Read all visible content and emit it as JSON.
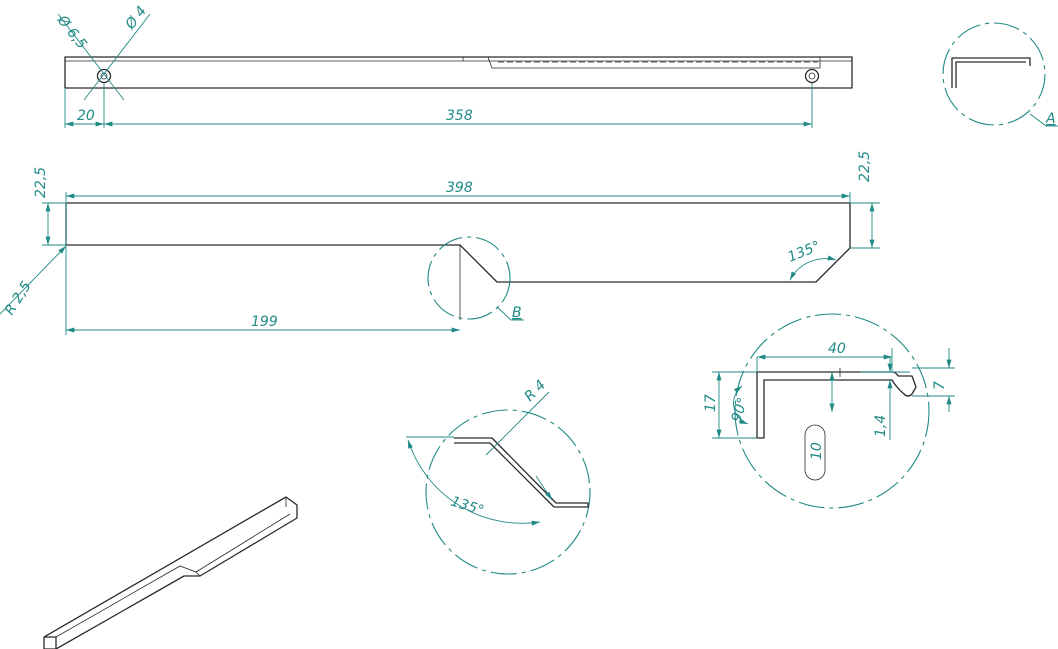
{
  "colors": {
    "dimension": "#1f8a86",
    "outline": "#2a2a2a",
    "background": "#ffffff"
  },
  "top_view": {
    "hole_large": "Ø 6,5",
    "hole_small": "Ø 4",
    "offset": "20",
    "hole_spacing": "358"
  },
  "front_view": {
    "length": "398",
    "half_length": "199",
    "height_left": "22,5",
    "height_right": "22,5",
    "corner_radius": "R 2,5",
    "angle": "135°",
    "detail_label": "B"
  },
  "detail_a": {
    "label": "A"
  },
  "detail_b": {
    "radius": "R 4",
    "angle": "135°"
  },
  "section": {
    "width": "40",
    "height": "17",
    "lip": "7",
    "thickness": "1,4",
    "depth": "10",
    "angle": "90°"
  }
}
